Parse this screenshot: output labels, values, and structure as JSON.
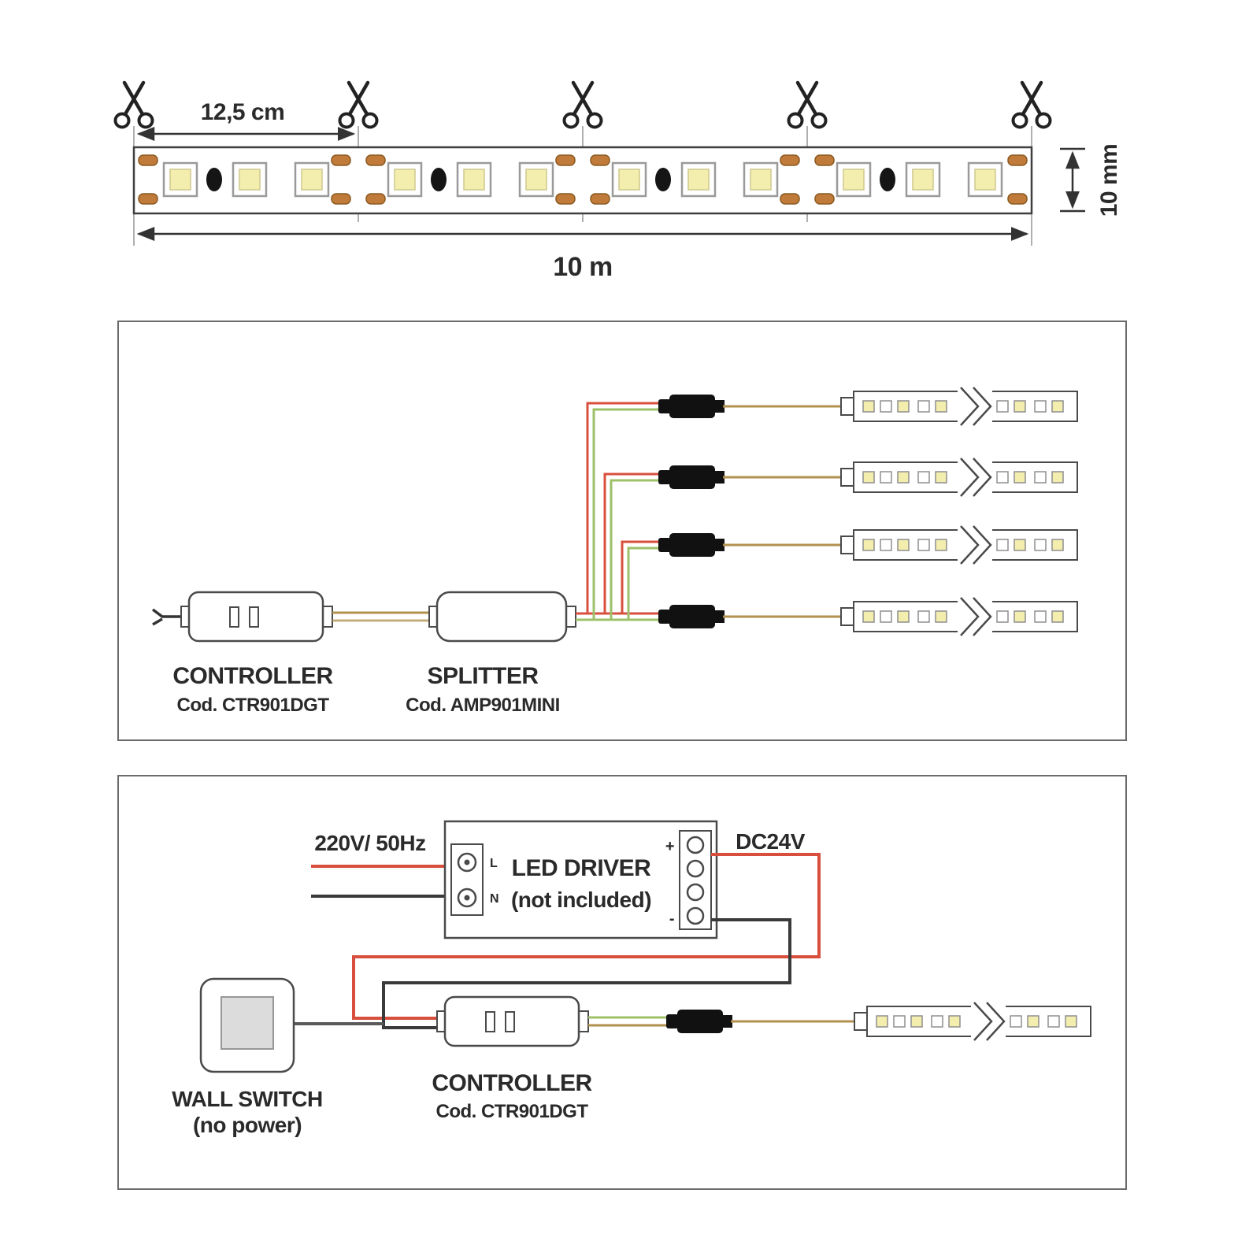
{
  "strip": {
    "cut_length_label": "12,5 cm",
    "height_label": "10 mm",
    "total_length_label": "10 m"
  },
  "splitter_diagram": {
    "controller": {
      "label": "CONTROLLER",
      "code": "Cod. CTR901DGT"
    },
    "splitter": {
      "label": "SPLITTER",
      "code": "Cod. AMP901MINI"
    },
    "output_branches": 4
  },
  "power_diagram": {
    "input_label": "220V/ 50Hz",
    "driver": {
      "label": "LED DRIVER",
      "sublabel": "(not included)",
      "terminal_l": "L",
      "terminal_n": "N",
      "plus": "+",
      "minus": "-"
    },
    "output_label": "DC24V",
    "wall_switch": {
      "label": "WALL SWITCH",
      "sublabel": "(no power)"
    },
    "controller": {
      "label": "CONTROLLER",
      "code": "Cod. CTR901DGT"
    }
  },
  "colors": {
    "copper_pad": "#c07a3a",
    "led_fill": "#f3edae",
    "wire_red": "#d94f3d",
    "wire_green": "#9dc06a",
    "wire_tan": "#b2914f",
    "wire_black": "#3a3a3a",
    "outline": "#4a4a4a"
  }
}
